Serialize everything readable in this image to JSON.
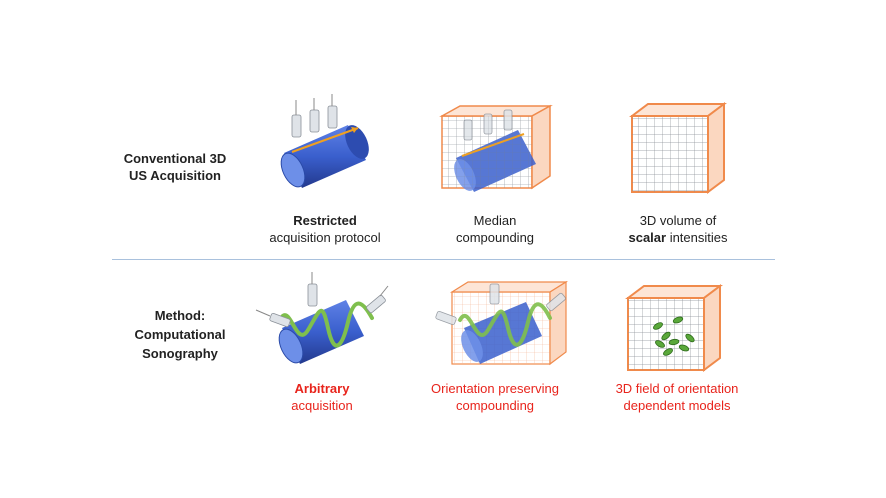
{
  "rows": [
    {
      "label_line1": "Conventional 3D",
      "label_line2": "US Acquisition",
      "captions": [
        {
          "line1_bold": "Restricted",
          "line1_rest": "",
          "line2": "acquisition protocol",
          "color": "#222222"
        },
        {
          "line1_bold": "",
          "line1_rest": "Median",
          "line2": "compounding",
          "color": "#222222"
        },
        {
          "line1_bold": "",
          "line1_rest": "3D volume of",
          "line2_bold": "scalar",
          "line2_rest": " intensities",
          "color": "#222222"
        }
      ]
    },
    {
      "label_line1": "Method:",
      "label_line2": "Computational",
      "label_line3": "Sonography",
      "captions": [
        {
          "line1_bold": "Arbitrary",
          "line2": "acquisition",
          "color": "#e8241c"
        },
        {
          "line1": "Orientation preserving",
          "line2": "compounding",
          "color": "#e8241c"
        },
        {
          "line1": "3D field of orientation",
          "line2": "dependent models",
          "color": "#e8241c"
        }
      ]
    }
  ],
  "colors": {
    "cylinder": "#3a5fcd",
    "grid_frame": "#f08a4b",
    "curve": "#7fbf4d",
    "arrow": "#f0a020",
    "accent_red": "#e8241c",
    "divider": "#a9c1dd"
  }
}
